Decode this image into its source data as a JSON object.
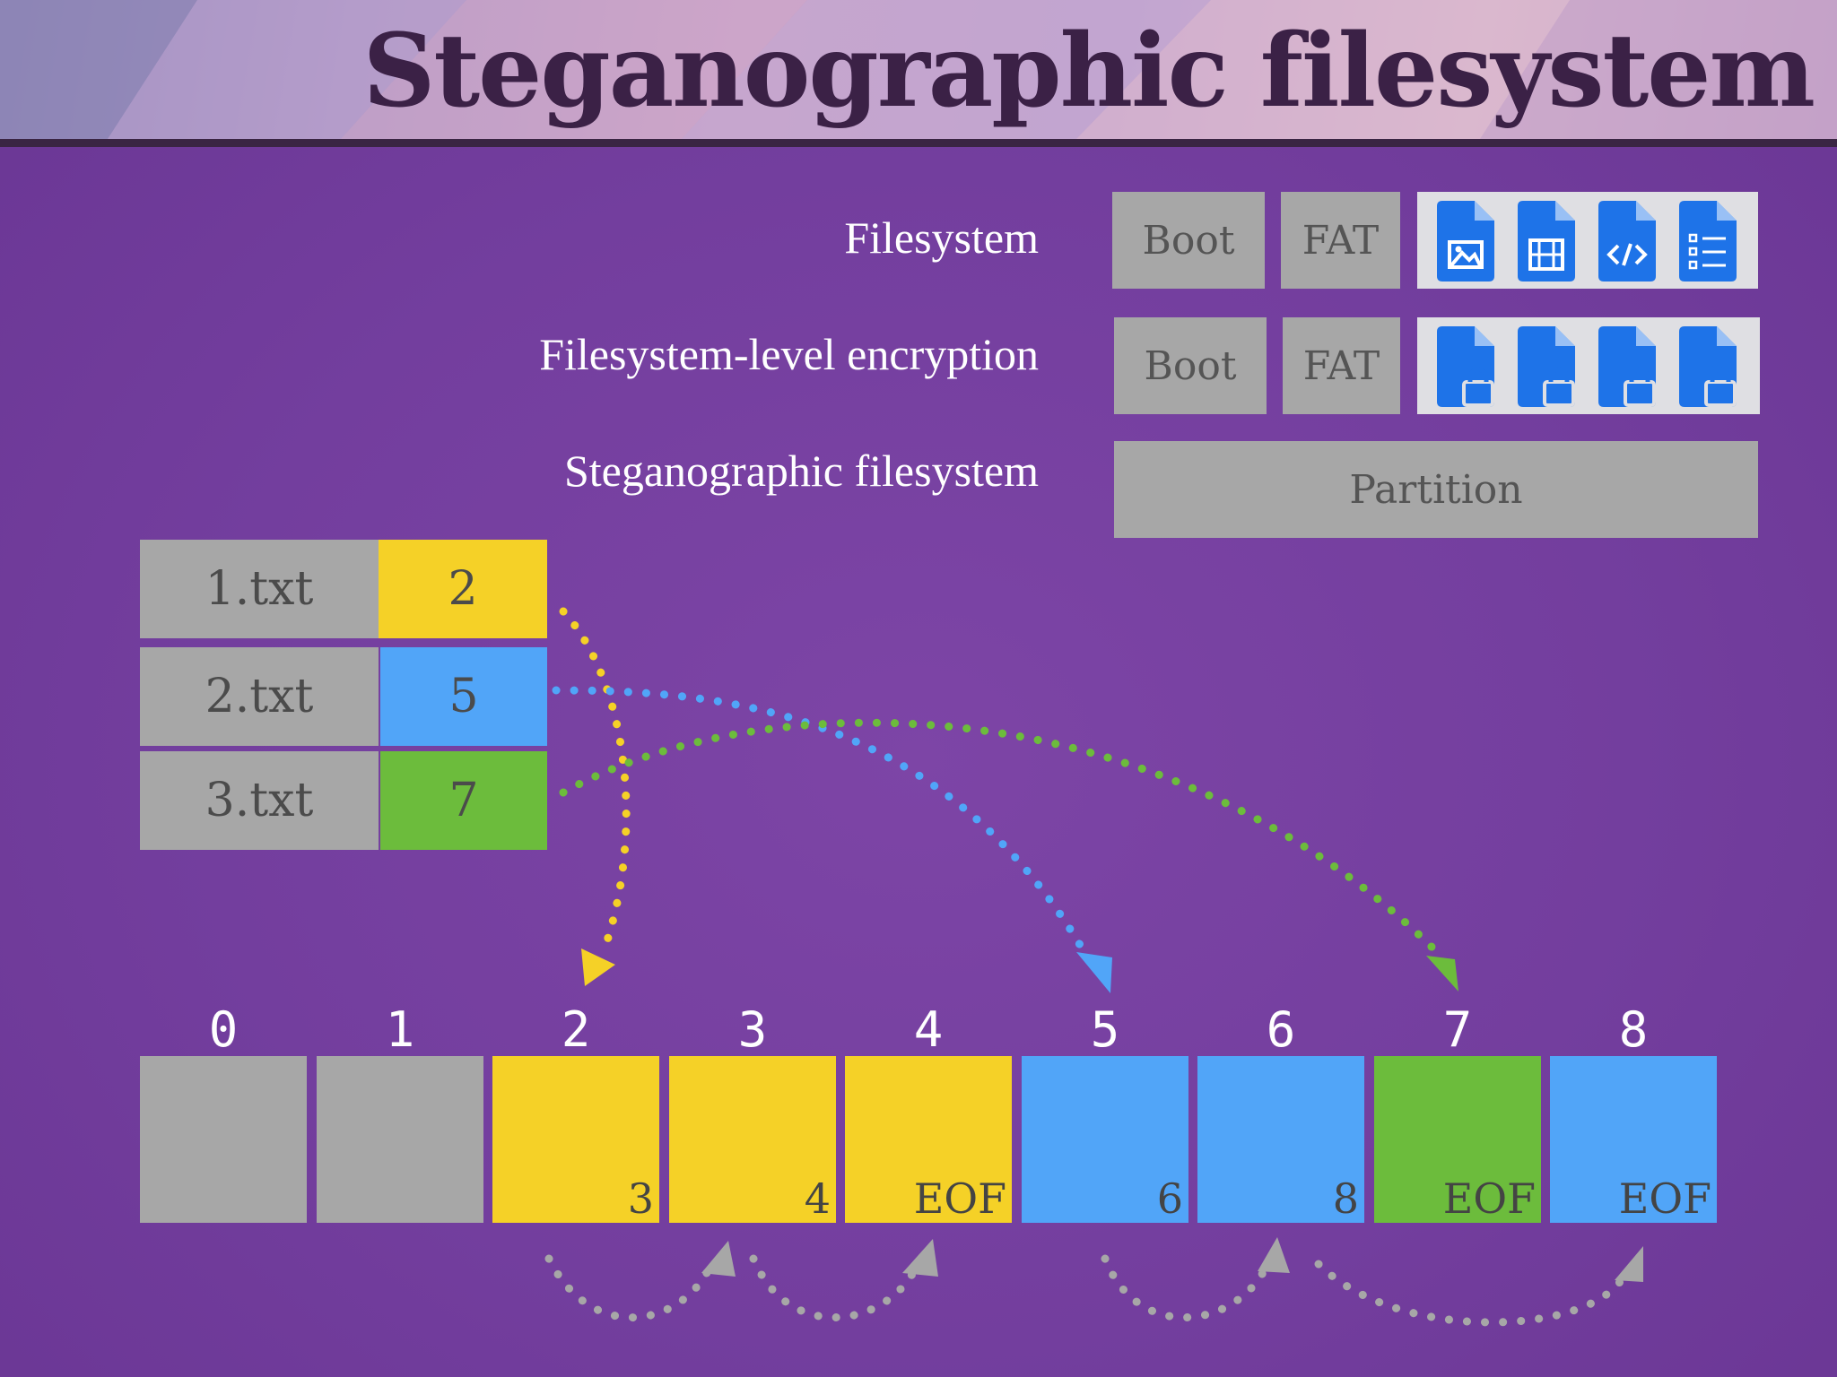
{
  "title": "Steganographic filesystem",
  "colors": {
    "yellow": "#f5d127",
    "blue": "#51a5f8",
    "green": "#6cbc3c",
    "gray": "#a7a7a7",
    "icon": "#1e73e8"
  },
  "rows": [
    {
      "label": "Filesystem",
      "boot": "Boot",
      "fat": "FAT",
      "icons": [
        "image-file-icon",
        "video-file-icon",
        "code-file-icon",
        "list-file-icon"
      ]
    },
    {
      "label": "Filesystem-level encryption",
      "boot": "Boot",
      "fat": "FAT",
      "icons": [
        "locked-file-icon",
        "locked-file-icon",
        "locked-file-icon",
        "locked-file-icon"
      ]
    },
    {
      "label": "Steganographic filesystem",
      "partition": "Partition"
    }
  ],
  "directory": [
    {
      "name": "1.txt",
      "start": "2",
      "color": "yellow"
    },
    {
      "name": "2.txt",
      "start": "5",
      "color": "blue"
    },
    {
      "name": "3.txt",
      "start": "7",
      "color": "green"
    }
  ],
  "clusters": [
    {
      "index": "0",
      "next": "",
      "color": "gray"
    },
    {
      "index": "1",
      "next": "",
      "color": "gray"
    },
    {
      "index": "2",
      "next": "3",
      "color": "yellow"
    },
    {
      "index": "3",
      "next": "4",
      "color": "yellow"
    },
    {
      "index": "4",
      "next": "EOF",
      "color": "yellow"
    },
    {
      "index": "5",
      "next": "6",
      "color": "blue"
    },
    {
      "index": "6",
      "next": "8",
      "color": "blue"
    },
    {
      "index": "7",
      "next": "EOF",
      "color": "green"
    },
    {
      "index": "8",
      "next": "EOF",
      "color": "blue"
    }
  ]
}
